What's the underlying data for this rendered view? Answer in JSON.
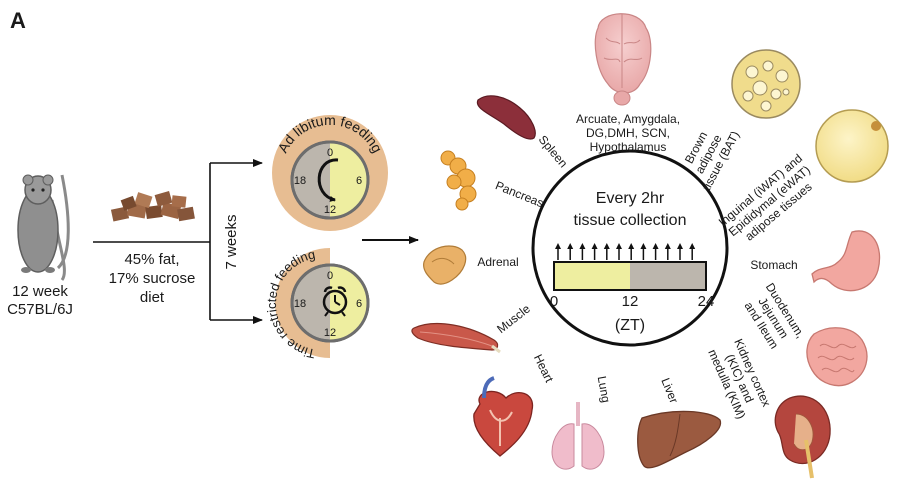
{
  "panel_label": "A",
  "mouse": {
    "line1": "12 week",
    "line2": "C57BL/6J"
  },
  "diet": {
    "line1": "45% fat,",
    "line2": "17% sucrose",
    "line3": "diet"
  },
  "duration": "7 weeks",
  "feeding": {
    "ad_lib": "Ad libitum feeding",
    "trf": "Time restricted feeding",
    "clock_ticks": [
      "0",
      "6",
      "12",
      "18"
    ]
  },
  "center": {
    "line1": "Every 2hr",
    "line2": "tissue collection",
    "tick_start": "0",
    "tick_mid": "12",
    "tick_end": "24",
    "unit": "(ZT)"
  },
  "tissues": {
    "brain": [
      "Arcuate, Amygdala,",
      "DG,DMH, SCN,",
      "Hypothalamus"
    ],
    "bat": [
      "Brown",
      "adipose",
      "tissue (BAT)"
    ],
    "wat": [
      "Inguinal (iWAT) and",
      "Epididymal (eWAT)",
      "adipose tissues"
    ],
    "stomach": "Stomach",
    "intestine": [
      "Duodenum,",
      "Jejunum",
      "and Ileum"
    ],
    "kidney": [
      "Kidney cortex",
      "(KIC) and",
      "medulla (KIM)"
    ],
    "liver": "Liver",
    "lung": "Lung",
    "heart": "Heart",
    "muscle": "Muscle",
    "adrenal": "Adrenal",
    "pancreas": "Pancreas",
    "spleen": "Spleen"
  },
  "colors": {
    "light_phase": "#eeeea0",
    "dark_phase": "#bcb6ad",
    "feeding_ring": "#e7bd92"
  }
}
